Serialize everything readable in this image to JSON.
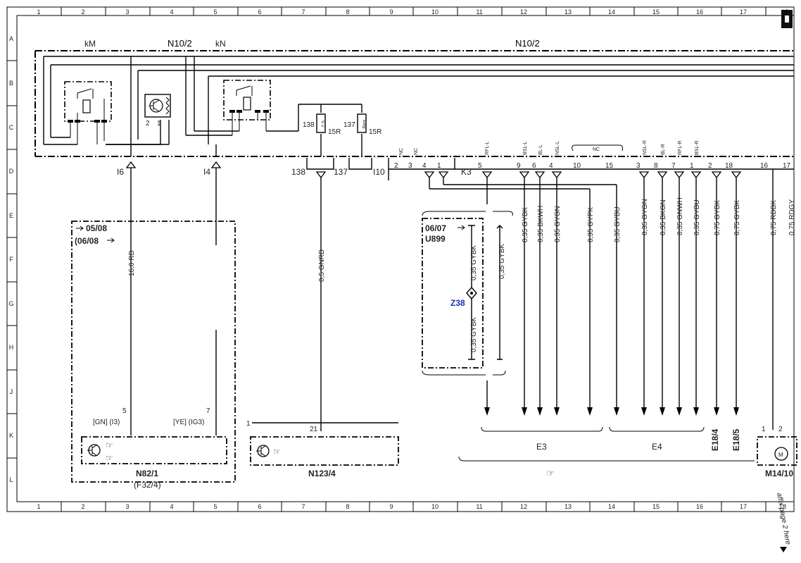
{
  "grid": {
    "columns": [
      "1",
      "2",
      "3",
      "4",
      "5",
      "6",
      "7",
      "8",
      "9",
      "10",
      "11",
      "12",
      "13",
      "14",
      "15",
      "16",
      "17",
      "18"
    ],
    "rows": [
      "A",
      "B",
      "C",
      "D",
      "E",
      "F",
      "G",
      "H",
      "J",
      "K",
      "L"
    ]
  },
  "header": {
    "km": "kM",
    "n10_2_left": "N10/2",
    "kn": "kN",
    "n10_2_right": "N10/2"
  },
  "fuses": {
    "f138_num": "138",
    "f138_val": "7,5",
    "f138_rel": "15R",
    "f137_num": "137",
    "f137_val": "Res",
    "f137_rel": "15R"
  },
  "relay_pins": {
    "p2": "2",
    "p1": "1"
  },
  "connectors": {
    "i6": "I6",
    "i4": "I4",
    "c138": "138",
    "c137": "137",
    "i10": "I10",
    "k3": "K3"
  },
  "pin_numbers": [
    "2",
    "3",
    "4",
    "1",
    "5",
    "9",
    "6",
    "4",
    "10",
    "15",
    "3",
    "8",
    "7",
    "1",
    "2",
    "18",
    "16",
    "17"
  ],
  "pin_labels": [
    "NC",
    "NC",
    "RFL-L",
    "BSL-L",
    "BL-L",
    "NSL-L",
    "NC",
    "NSL-R",
    "BL-R",
    "RFL-R",
    "BSL-R"
  ],
  "wires": {
    "w_16rd": "16,0 RD",
    "w_05gnrd": "0,5 GNRD",
    "w1": "0,35 GYBK",
    "w2": "0,35 BKWH",
    "w3": "0,35 GYGN",
    "w4": "0,35 GYPK",
    "w5": "0,35 GYBU",
    "w6": "0,35 GYGN",
    "w7": "0,35 BKGN",
    "w8": "0,35 GNWH",
    "w9": "0,35 GYBU",
    "w10": "0,75 GYBK",
    "w11": "0,75 GYBK",
    "w12": "0,75 RDBK",
    "w13": "0,75 RDGY",
    "u899_a": "0,35 GYBK",
    "u899_b": "0,35 GYBK",
    "u899_c": "0,35 GYBK"
  },
  "variant_left": {
    "from": "05/08",
    "to": "(06/08",
    "pin5": "5",
    "pin7": "7",
    "gn": "[GN] (I3)",
    "ye": "[YE] (IG3)",
    "name": "N82/1",
    "sub": "(F32/4)"
  },
  "variant_mid": {
    "pin1": "1",
    "pin21": "21",
    "name": "N123/4"
  },
  "variant_u899": {
    "date": "06/07",
    "code": "U899",
    "z38": "Z38"
  },
  "groups": {
    "e3": "E3",
    "e4": "E4",
    "e18_4": "E18/4",
    "e18_5": "E18/5"
  },
  "right_component": {
    "pin1": "1",
    "pin2": "2",
    "name": "M14/10"
  },
  "note": "affix page 2 here"
}
